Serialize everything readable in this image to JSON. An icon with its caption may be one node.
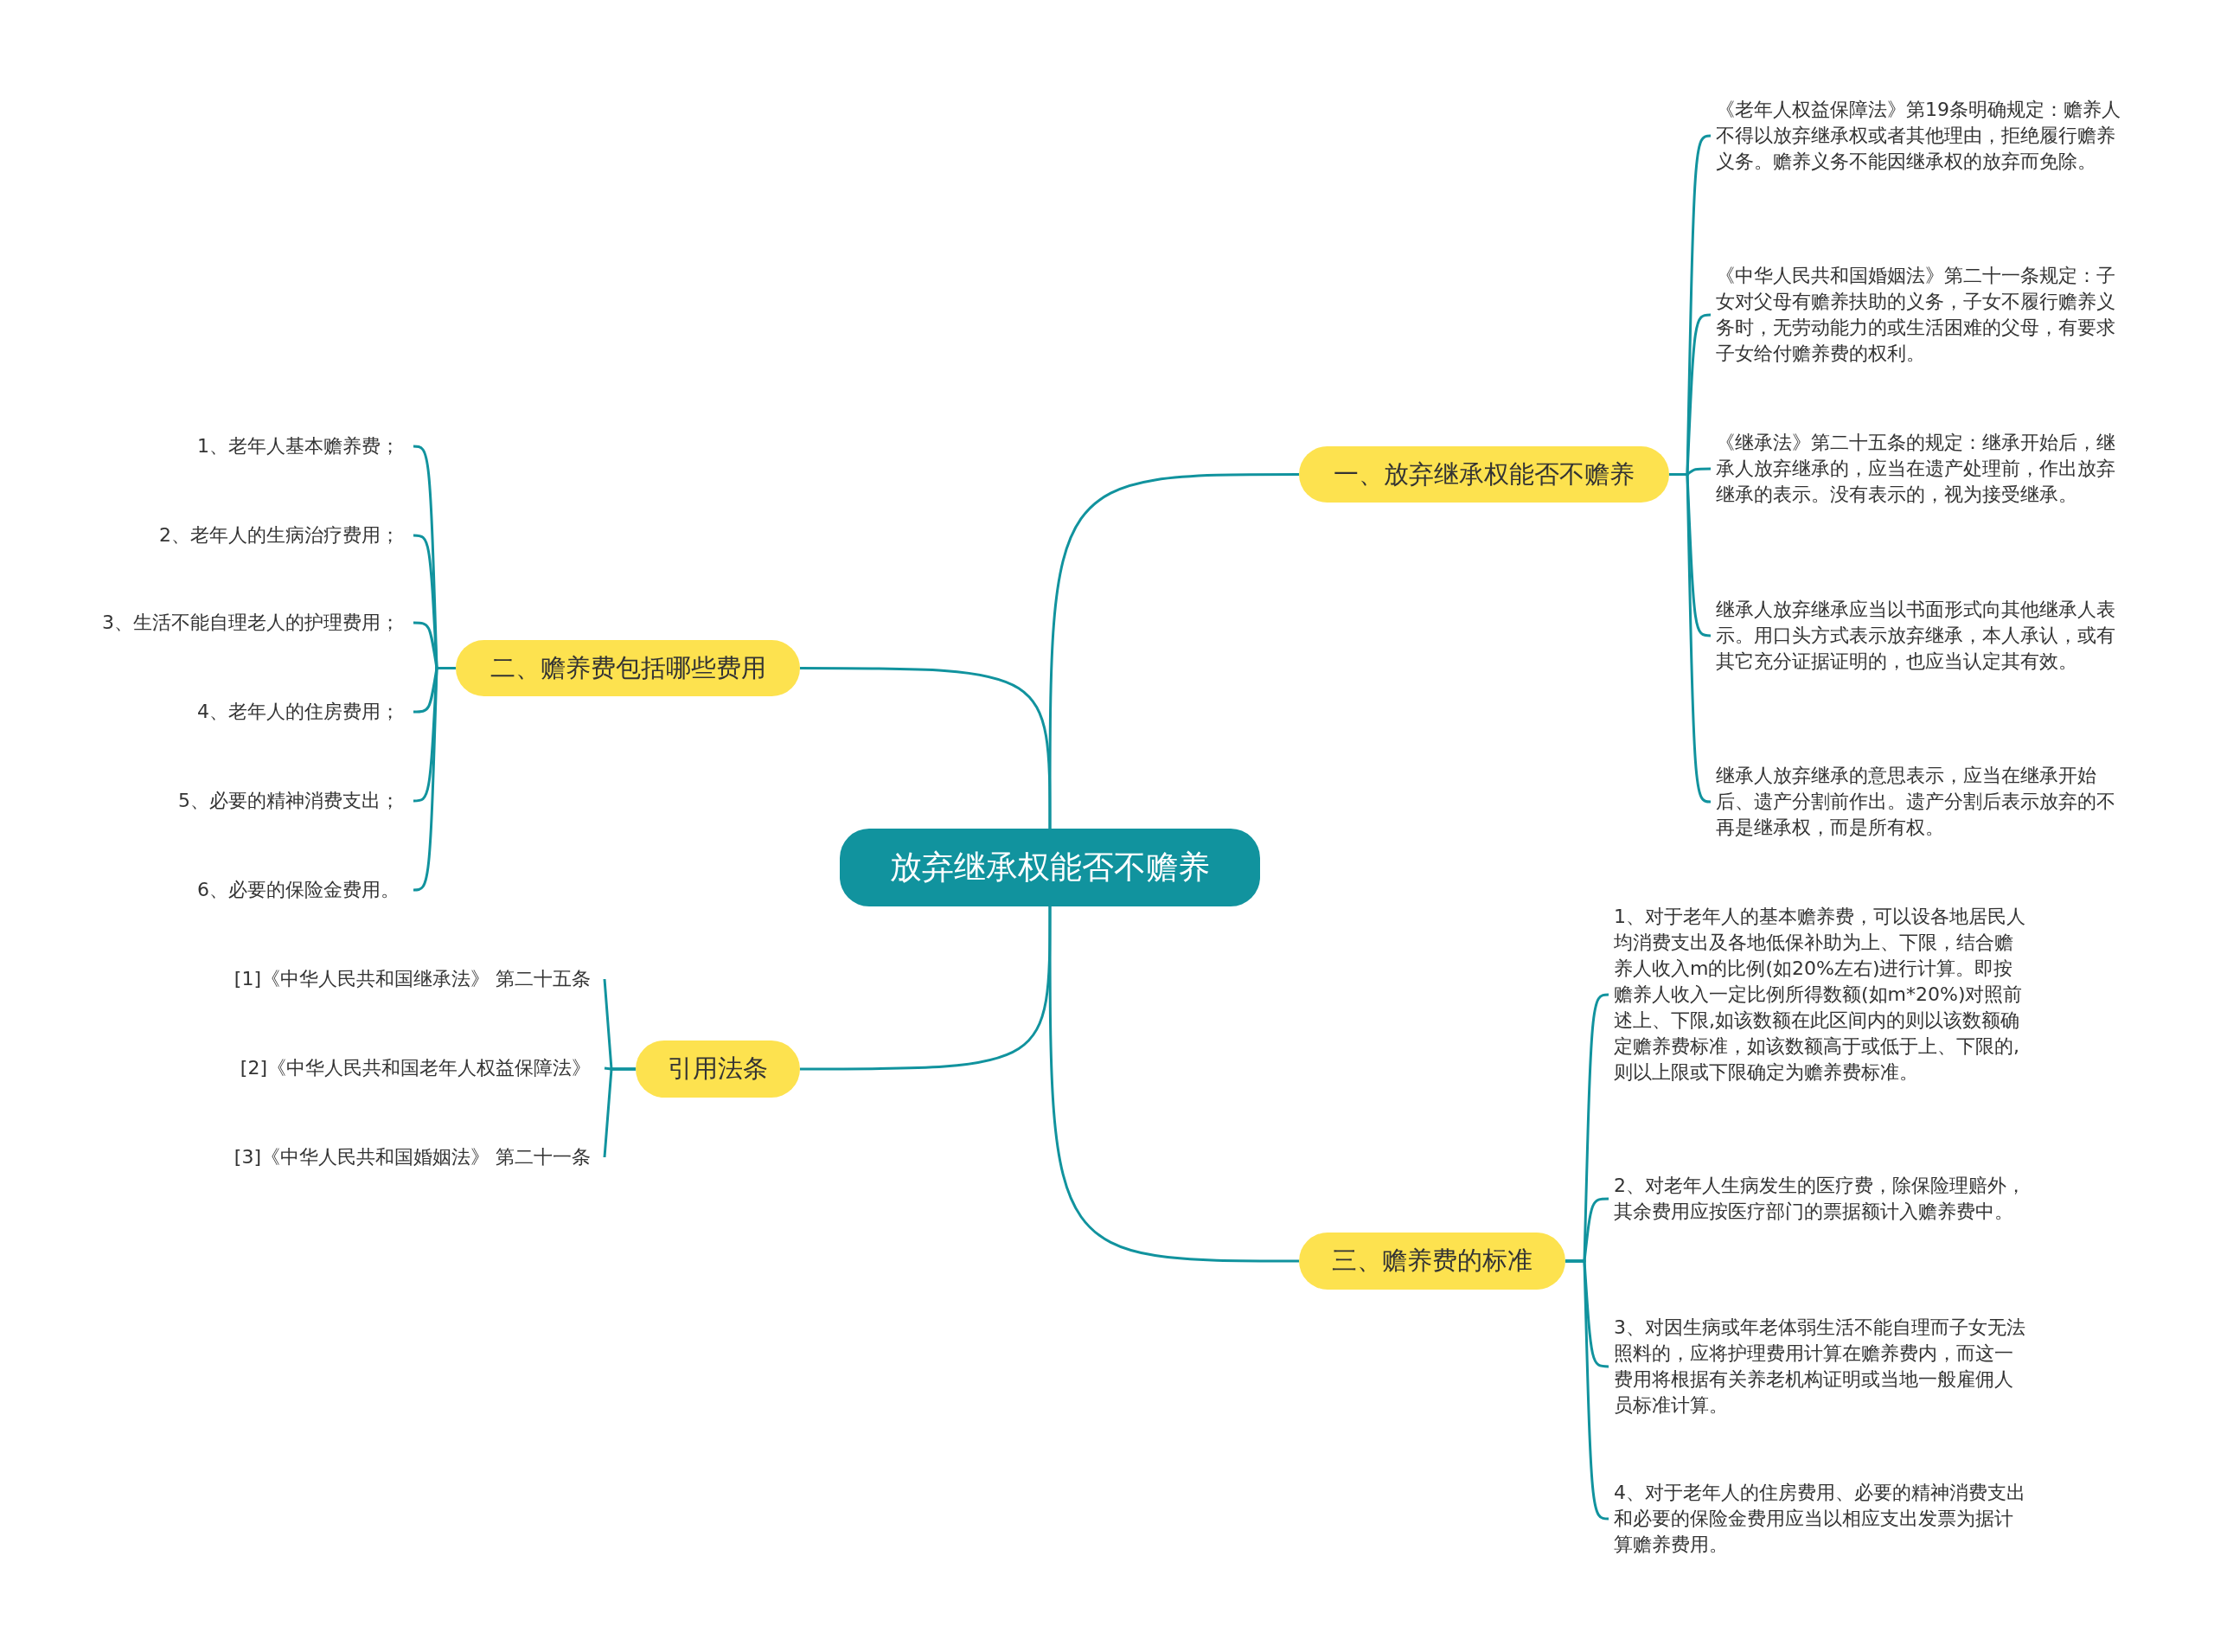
{
  "diagram": {
    "nodes": [
      {
        "text": [
          "放弃继承权能否不赡养"
        ]
      },
      {
        "text": [
          "一、放弃继承权能否不赡养"
        ]
      },
      {
        "text": [
          "《老年人权益保障法》第19条明确规定：赡养人不得以放弃继承权或者其他理由，拒绝履行赡养义务。赡养义务不能因继承权的放弃而免除。"
        ]
      },
      {
        "text": [
          "《中华人民共和国婚姻法》第二十一条规定：子女对父母有赡养扶助的义务，子女不履行赡养义务时，无劳动能力的或生活困难的父母，有要求子女给付赡养费的权利。"
        ]
      },
      {
        "text": [
          "《继承法》第二十五条的规定：继承开始后，继承人放弃继承的，应当在遗产处理前，作出放弃继承的表示。没有表示的，视为接受继承。"
        ]
      },
      {
        "text": [
          "继承人放弃继承应当以书面形式向其他继承人表示。用口头方式表示放弃继承，本人承认，或有其它充分证据证明的，也应当认定其有效。"
        ]
      },
      {
        "text": [
          "继承人放弃继承的意思表示，应当在继承开始后、遗产分割前作出。遗产分割后表示放弃的不再是继承权，而是所有权。"
        ]
      },
      {
        "text": [
          "二、赡养费包括哪些费用"
        ]
      },
      {
        "text": [
          "1、老年人基本赡养费；"
        ]
      },
      {
        "text": [
          "2、老年人的生病治疗费用；"
        ]
      },
      {
        "text": [
          "3、生活不能自理老人的护理费用；"
        ]
      },
      {
        "text": [
          "4、老年人的住房费用；"
        ]
      },
      {
        "text": [
          "5、必要的精神消费支出；"
        ]
      },
      {
        "text": [
          "6、必要的保险金费用。"
        ]
      },
      {
        "text": [
          "引用法条"
        ]
      },
      {
        "text": [
          "[1]《中华人民共和国继承法》 第二十五条"
        ]
      },
      {
        "text": [
          "[2]《中华人民共和国老年人权益保障法》"
        ]
      },
      {
        "text": [
          "[3]《中华人民共和国婚姻法》 第二十一条"
        ]
      },
      {
        "text": [
          "三、赡养费的标准"
        ]
      },
      {
        "text": [
          "1、对于老年人的基本赡养费，可以设各地居民人均消费支出及各地低保补助为上、下限，结合赡养人收入m的比例(如20%左右)进行计算。即按赡养人收入一定比例所得数额(如m*20%)对照前述上、下限,如该数额在此区间内的则以该数额确定赡养费标准，如该数额高于或低于上、下限的,则以上限或下限确定为赡养费标准。"
        ]
      },
      {
        "text": [
          "2、对老年人生病发生的医疗费，除保险理赔外，其余费用应按医疗部门的票据额计入赡养费中。"
        ]
      },
      {
        "text": [
          "3、对因生病或年老体弱生活不能自理而子女无法照料的，应将护理费用计算在赡养费内，而这一费用将根据有关养老机构证明或当地一般雇佣人员标准计算。"
        ]
      },
      {
        "text": [
          "4、对于老年人的住房费用、必要的精神消费支出和必要的保险金费用应当以相应支出发票为据计算赡养费用。"
        ]
      }
    ],
    "edges": [
      {
        "from": 0,
        "to": 1,
        "arrow": "none"
      },
      {
        "from": 1,
        "to": 2,
        "arrow": "none"
      },
      {
        "from": 1,
        "to": 3,
        "arrow": "none"
      },
      {
        "from": 1,
        "to": 4,
        "arrow": "none"
      },
      {
        "from": 1,
        "to": 5,
        "arrow": "none"
      },
      {
        "from": 1,
        "to": 6,
        "arrow": "none"
      },
      {
        "from": 0,
        "to": 7,
        "arrow": "none"
      },
      {
        "from": 7,
        "to": 8,
        "arrow": "none"
      },
      {
        "from": 7,
        "to": 9,
        "arrow": "none"
      },
      {
        "from": 7,
        "to": 10,
        "arrow": "none"
      },
      {
        "from": 7,
        "to": 11,
        "arrow": "none"
      },
      {
        "from": 7,
        "to": 12,
        "arrow": "none"
      },
      {
        "from": 7,
        "to": 13,
        "arrow": "none"
      },
      {
        "from": 0,
        "to": 14,
        "arrow": "none"
      },
      {
        "from": 14,
        "to": 15,
        "arrow": "none"
      },
      {
        "from": 14,
        "to": 16,
        "arrow": "none"
      },
      {
        "from": 14,
        "to": 17,
        "arrow": "none"
      },
      {
        "from": 0,
        "to": 18,
        "arrow": "none"
      },
      {
        "from": 18,
        "to": 19,
        "arrow": "none"
      },
      {
        "from": 18,
        "to": 20,
        "arrow": "none"
      },
      {
        "from": 18,
        "to": 21,
        "arrow": "none"
      },
      {
        "from": 18,
        "to": 22,
        "arrow": "none"
      }
    ]
  }
}
